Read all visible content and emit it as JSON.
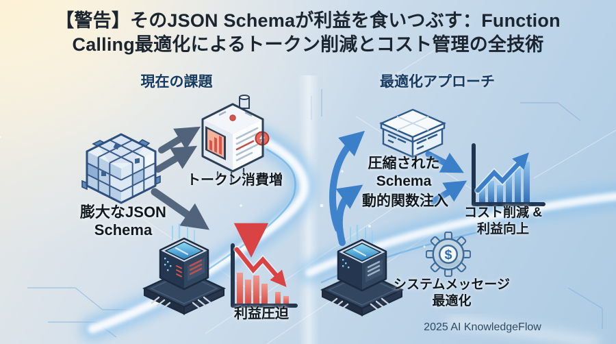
{
  "title": {
    "line1": "【警告】そのJSON Schemaが利益を食いつぶす：Function",
    "line2": "Calling最適化によるトークン削減とコスト管理の全技術"
  },
  "sections": {
    "left_heading": "現在の課題",
    "right_heading": "最適化アプローチ"
  },
  "left_column": {
    "json_schema": {
      "icon": "voxel-cube-icon",
      "label_line1": "膨大なJSON",
      "label_line2": "Schema"
    },
    "token_consumption": {
      "icon": "server-cube-icon",
      "label": "トークン消費増"
    },
    "processor": {
      "icon": "chip-icon"
    },
    "profit_squeeze": {
      "icon": "declining-bar-chart-icon",
      "label": "利益圧迫"
    }
  },
  "right_column": {
    "compressed_schema": {
      "icon": "compressed-box-icon",
      "label_line1": "圧縮された",
      "label_line2": "Schema"
    },
    "dynamic_injection": {
      "label": "動的関数注入"
    },
    "cost_reduction": {
      "icon": "rising-bar-chart-icon",
      "label_line1": "コスト削減 &",
      "label_line2": "利益向上"
    },
    "processor": {
      "icon": "chip-icon"
    },
    "system_message": {
      "icon": "gear-dollar-icon",
      "label_line1": "システムメッセージ",
      "label_line2": "最適化",
      "currency_symbol": "$"
    }
  },
  "footer": {
    "credit": "2025 AI KnowledgeFlow"
  },
  "colors": {
    "accent_blue": "#3b7fc9",
    "navy_axis": "#1d3550",
    "alert_red": "#d94343",
    "slate_arrow": "#51637a",
    "heading_navy": "#16395f",
    "background_warm": "#f5efe0",
    "background_blue": "#adcbe3"
  }
}
